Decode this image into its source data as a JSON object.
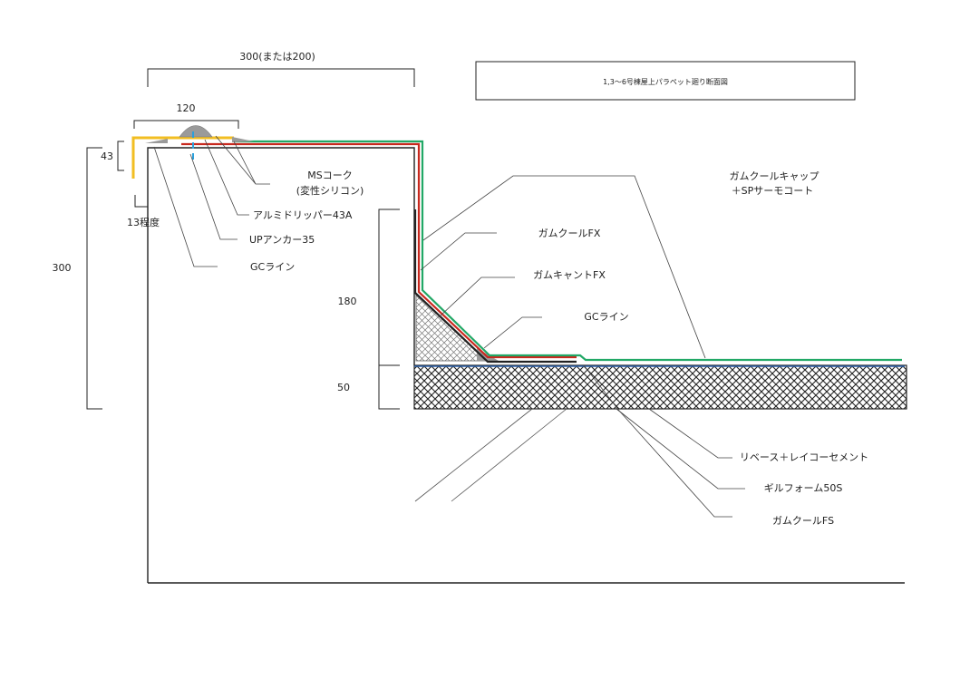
{
  "title": "1,3〜6号棟屋上パラペット廻り断面図",
  "dimensions": {
    "top_width": "300(または200)",
    "cap_width": "120",
    "cap_height": "43",
    "overhang": "13程度",
    "parapet_height": "300",
    "upturn_height": "180",
    "base_thickness": "50"
  },
  "labels": {
    "ms_caulk_1": "MSコーク",
    "ms_caulk_2": "(変性シリコン)",
    "drip": "アルミドリッパー43A",
    "anchor": "UPアンカー35",
    "gc_line_top": "GCライン",
    "cap_coat_1": "ガムクールキャップ",
    "cap_coat_2": "＋SPサーモコート",
    "fx": "ガムクールFX",
    "cant": "ガムキャントFX",
    "gc_line_bottom": "GCライン",
    "rivase": "リベース＋レイコーセメント",
    "gilfoam": "ギルフォーム50S",
    "fs": "ガムクールFS"
  },
  "colors": {
    "line": "#222222",
    "yellow_flashing": "#F2BE22",
    "green_coat": "#22A866",
    "red_membrane": "#C8281E",
    "blue_anchor": "#2AA0DC",
    "blue_base": "#2B5FA8",
    "gray_sealant": "#9A9A9A"
  }
}
